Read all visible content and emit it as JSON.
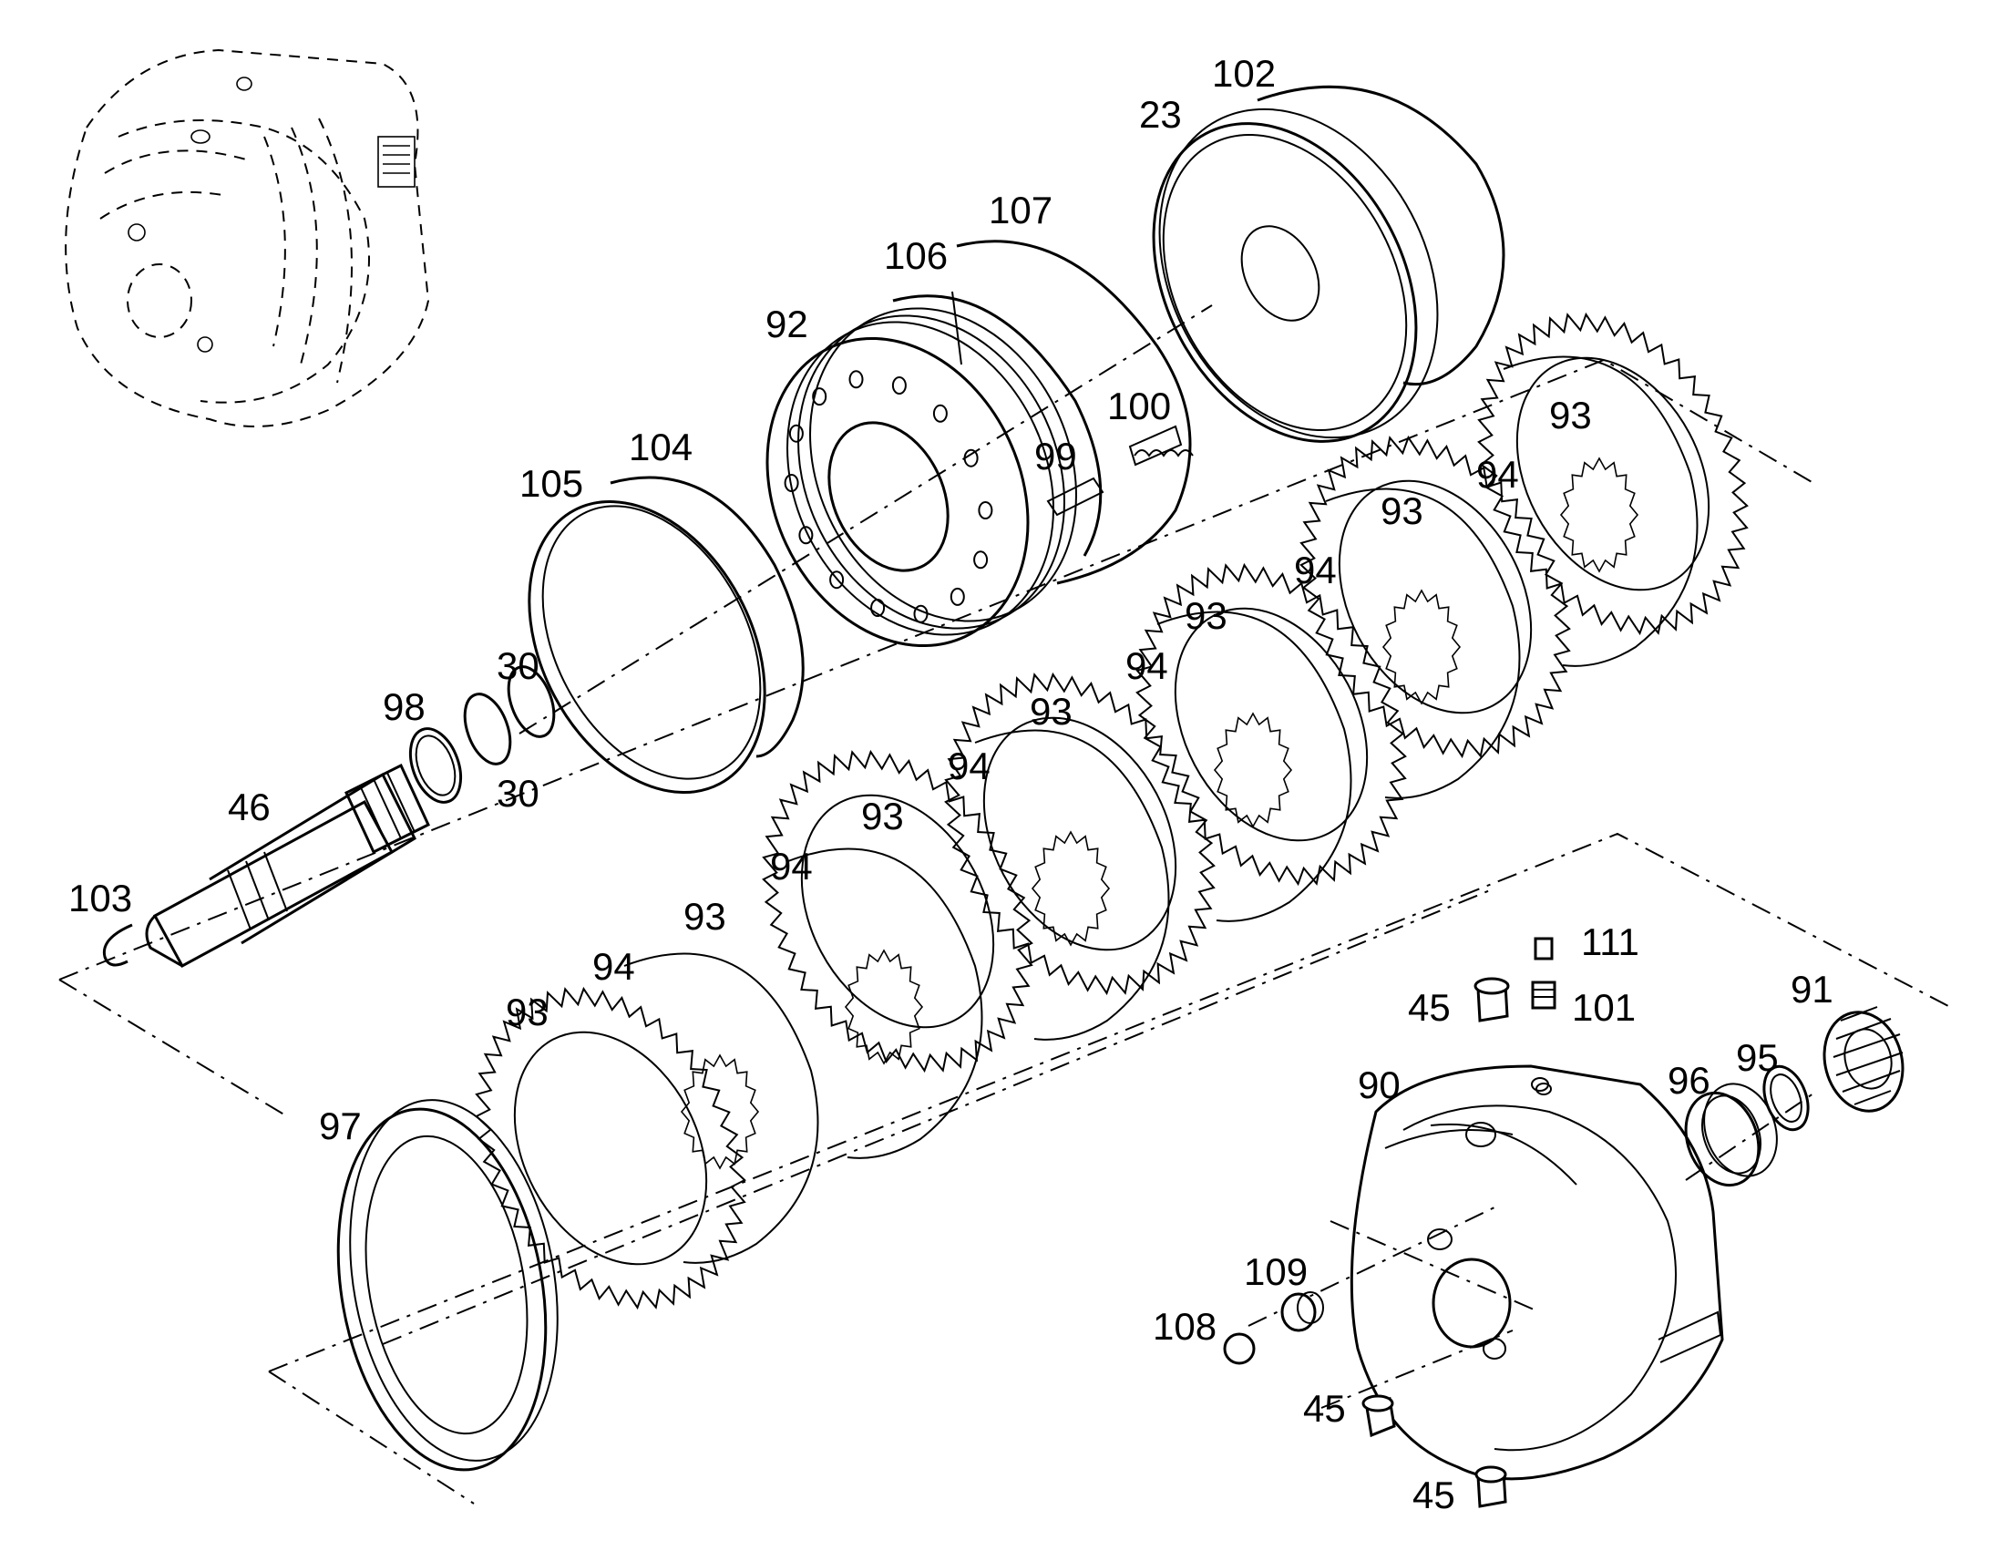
{
  "diagram": {
    "callouts": [
      "102",
      "23",
      "107",
      "106",
      "92",
      "100",
      "99",
      "104",
      "105",
      "93",
      "94",
      "30",
      "98",
      "46",
      "103",
      "111",
      "45",
      "101",
      "91",
      "90",
      "95",
      "96",
      "97",
      "109",
      "108"
    ],
    "labels": [
      {
        "id": "102"
      },
      {
        "id": "23"
      },
      {
        "id": "107"
      },
      {
        "id": "106"
      },
      {
        "id": "92"
      },
      {
        "id": "100"
      },
      {
        "id": "99"
      },
      {
        "id": "104"
      },
      {
        "id": "105"
      },
      {
        "id": "93"
      },
      {
        "id": "94"
      },
      {
        "id": "93"
      },
      {
        "id": "94"
      },
      {
        "id": "93"
      },
      {
        "id": "94"
      },
      {
        "id": "93"
      },
      {
        "id": "94"
      },
      {
        "id": "93"
      },
      {
        "id": "94"
      },
      {
        "id": "93"
      },
      {
        "id": "94"
      },
      {
        "id": "93"
      },
      {
        "id": "30"
      },
      {
        "id": "30"
      },
      {
        "id": "98"
      },
      {
        "id": "46"
      },
      {
        "id": "103"
      },
      {
        "id": "111"
      },
      {
        "id": "45"
      },
      {
        "id": "101"
      },
      {
        "id": "91"
      },
      {
        "id": "90"
      },
      {
        "id": "95"
      },
      {
        "id": "96"
      },
      {
        "id": "97"
      },
      {
        "id": "109"
      },
      {
        "id": "108"
      },
      {
        "id": "45"
      },
      {
        "id": "45"
      }
    ]
  }
}
